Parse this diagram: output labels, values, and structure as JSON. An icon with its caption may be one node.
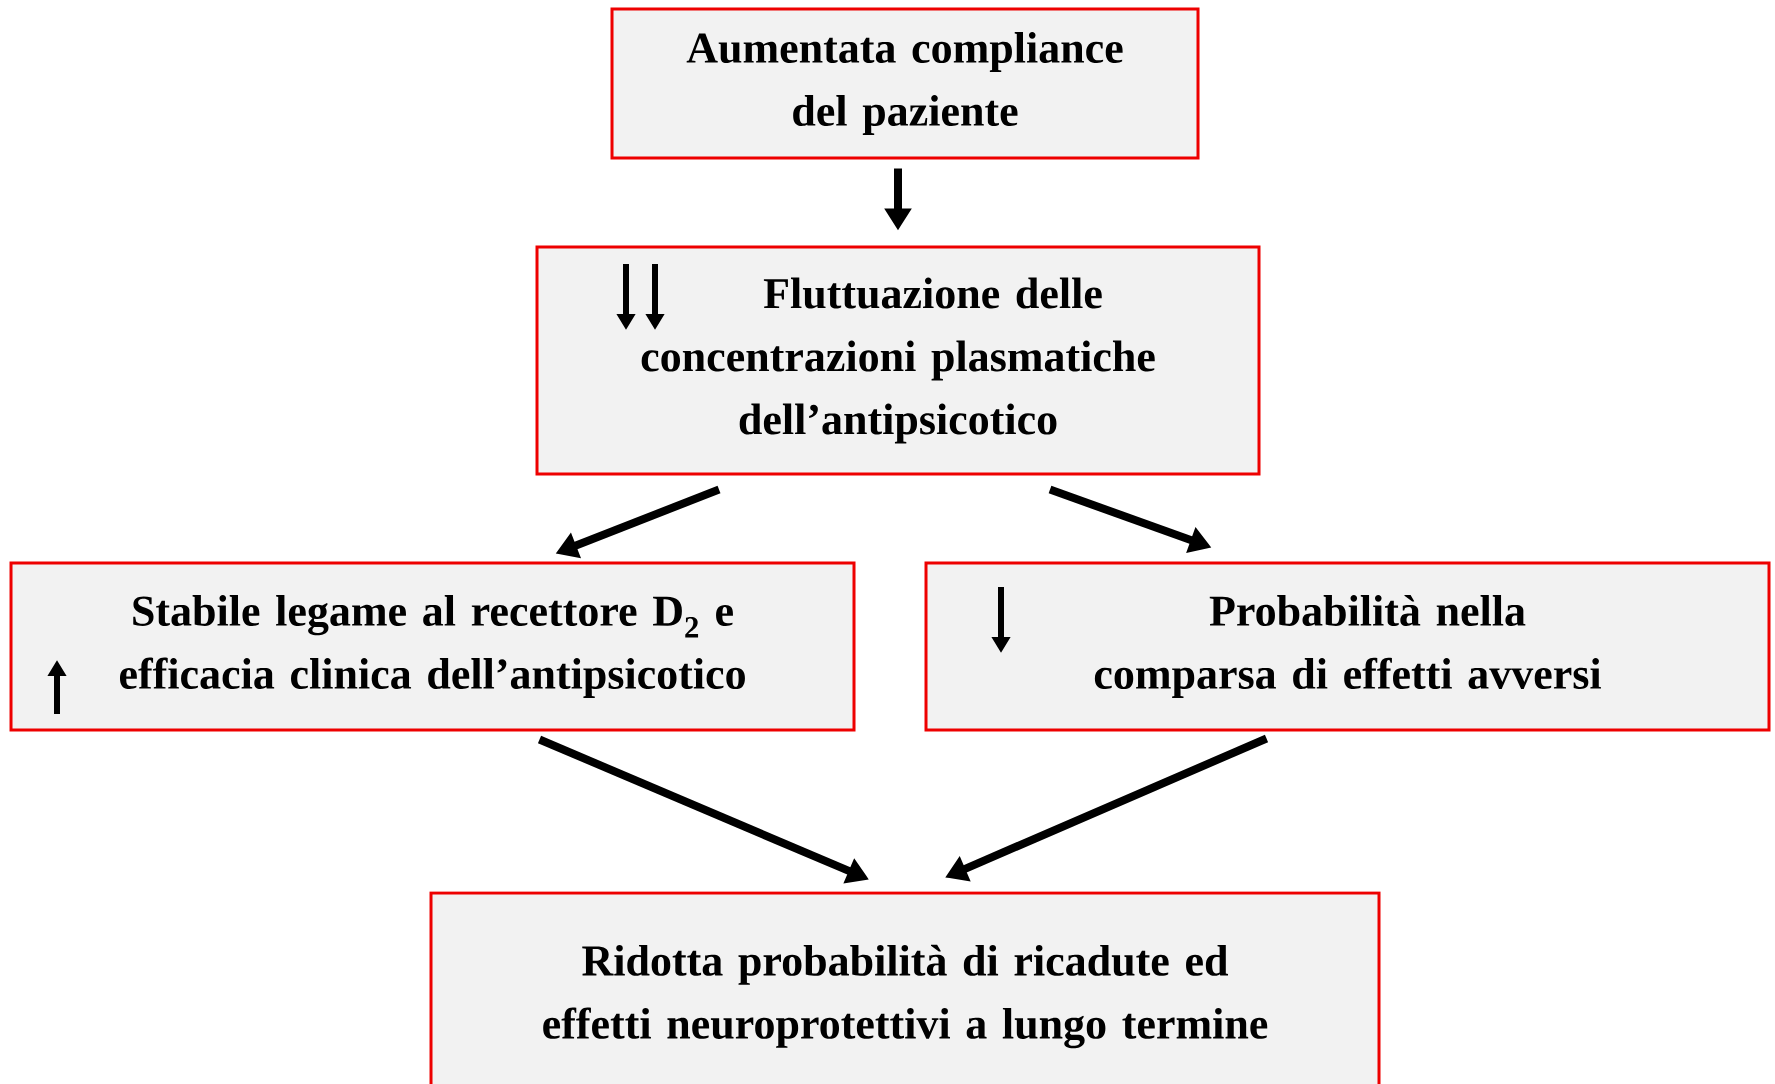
{
  "diagram": {
    "nodes": [
      {
        "text": [
          "Aumentata compliance del paziente"
        ]
      },
      {
        "text": [
          "Fluttuazione delle concentrazioni plasmatiche dell’antipsicotico"
        ]
      },
      {
        "text": [
          "Stabile legame al recettore D$_{2}$ e efficacia clinica dell’antipsicotico"
        ]
      },
      {
        "text": [
          "Probabilità nella comparsa di effetti avversi"
        ]
      },
      {
        "text": [
          "Ridotta probabilità di ricadute ed effetti neuroprotettivi a lungo termine"
        ]
      }
    ],
    "edges": [
      {
        "from": 0,
        "to": 1,
        "arrow": "to"
      },
      {
        "from": 1,
        "to": 2,
        "arrow": "to"
      },
      {
        "from": 1,
        "to": 3,
        "arrow": "to"
      },
      {
        "from": 2,
        "to": 4,
        "arrow": "to"
      },
      {
        "from": 3,
        "to": 4,
        "arrow": "to"
      }
    ]
  }
}
